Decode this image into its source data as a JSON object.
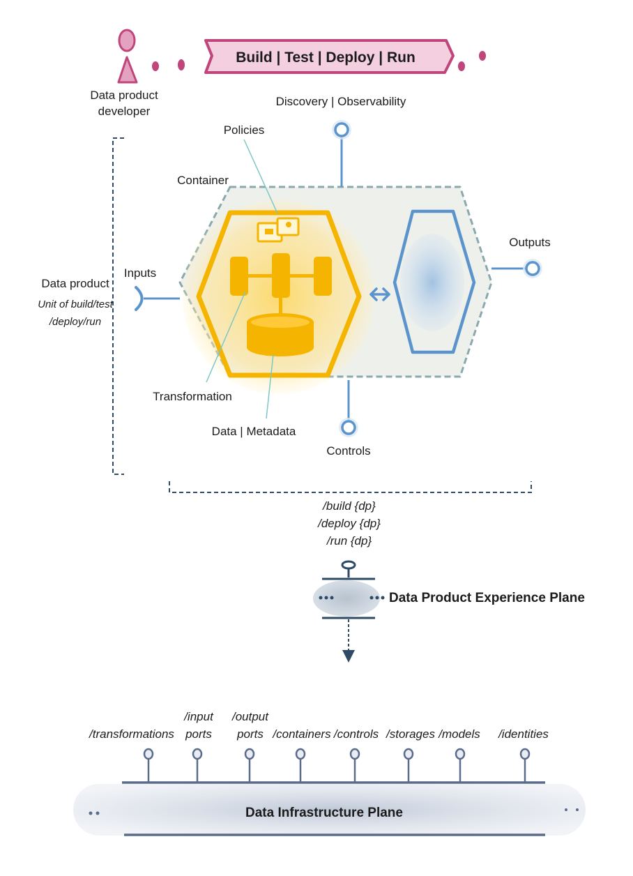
{
  "banner": {
    "label": "Build | Test | Deploy | Run"
  },
  "developer": {
    "line1": "Data product",
    "line2": "developer"
  },
  "labels": {
    "discovery": "Discovery | Observability",
    "policies": "Policies",
    "container": "Container",
    "outputs": "Outputs",
    "inputs": "Inputs",
    "transformation": "Transformation",
    "data_metadata": "Data | Metadata",
    "controls": "Controls"
  },
  "data_product": {
    "title": "Data product",
    "subtitle_line1": "Unit of build/test",
    "subtitle_line2": "/deploy/run"
  },
  "apis": {
    "line1": "/build {dp}",
    "line2": "/deploy {dp}",
    "line3": "/run {dp}"
  },
  "experience_plane": {
    "label": "Data Product Experience Plane"
  },
  "infrastructure_plane": {
    "label": "Data Infrastructure Plane",
    "services": [
      {
        "line1": "/transformations",
        "line2": ""
      },
      {
        "line1": "/input",
        "line2": "ports"
      },
      {
        "line1": "/output",
        "line2": "ports"
      },
      {
        "line1": "/containers",
        "line2": ""
      },
      {
        "line1": "/controls",
        "line2": ""
      },
      {
        "line1": "/storages",
        "line2": ""
      },
      {
        "line1": "/models",
        "line2": ""
      },
      {
        "line1": "/identities",
        "line2": ""
      }
    ]
  },
  "colors": {
    "magenta": "#c0457a",
    "blue": "#5b93cc",
    "teal": "#8aa8ad",
    "yellow": "#f5b400",
    "navy": "#2d4a66",
    "slate": "#5a6c8a"
  }
}
